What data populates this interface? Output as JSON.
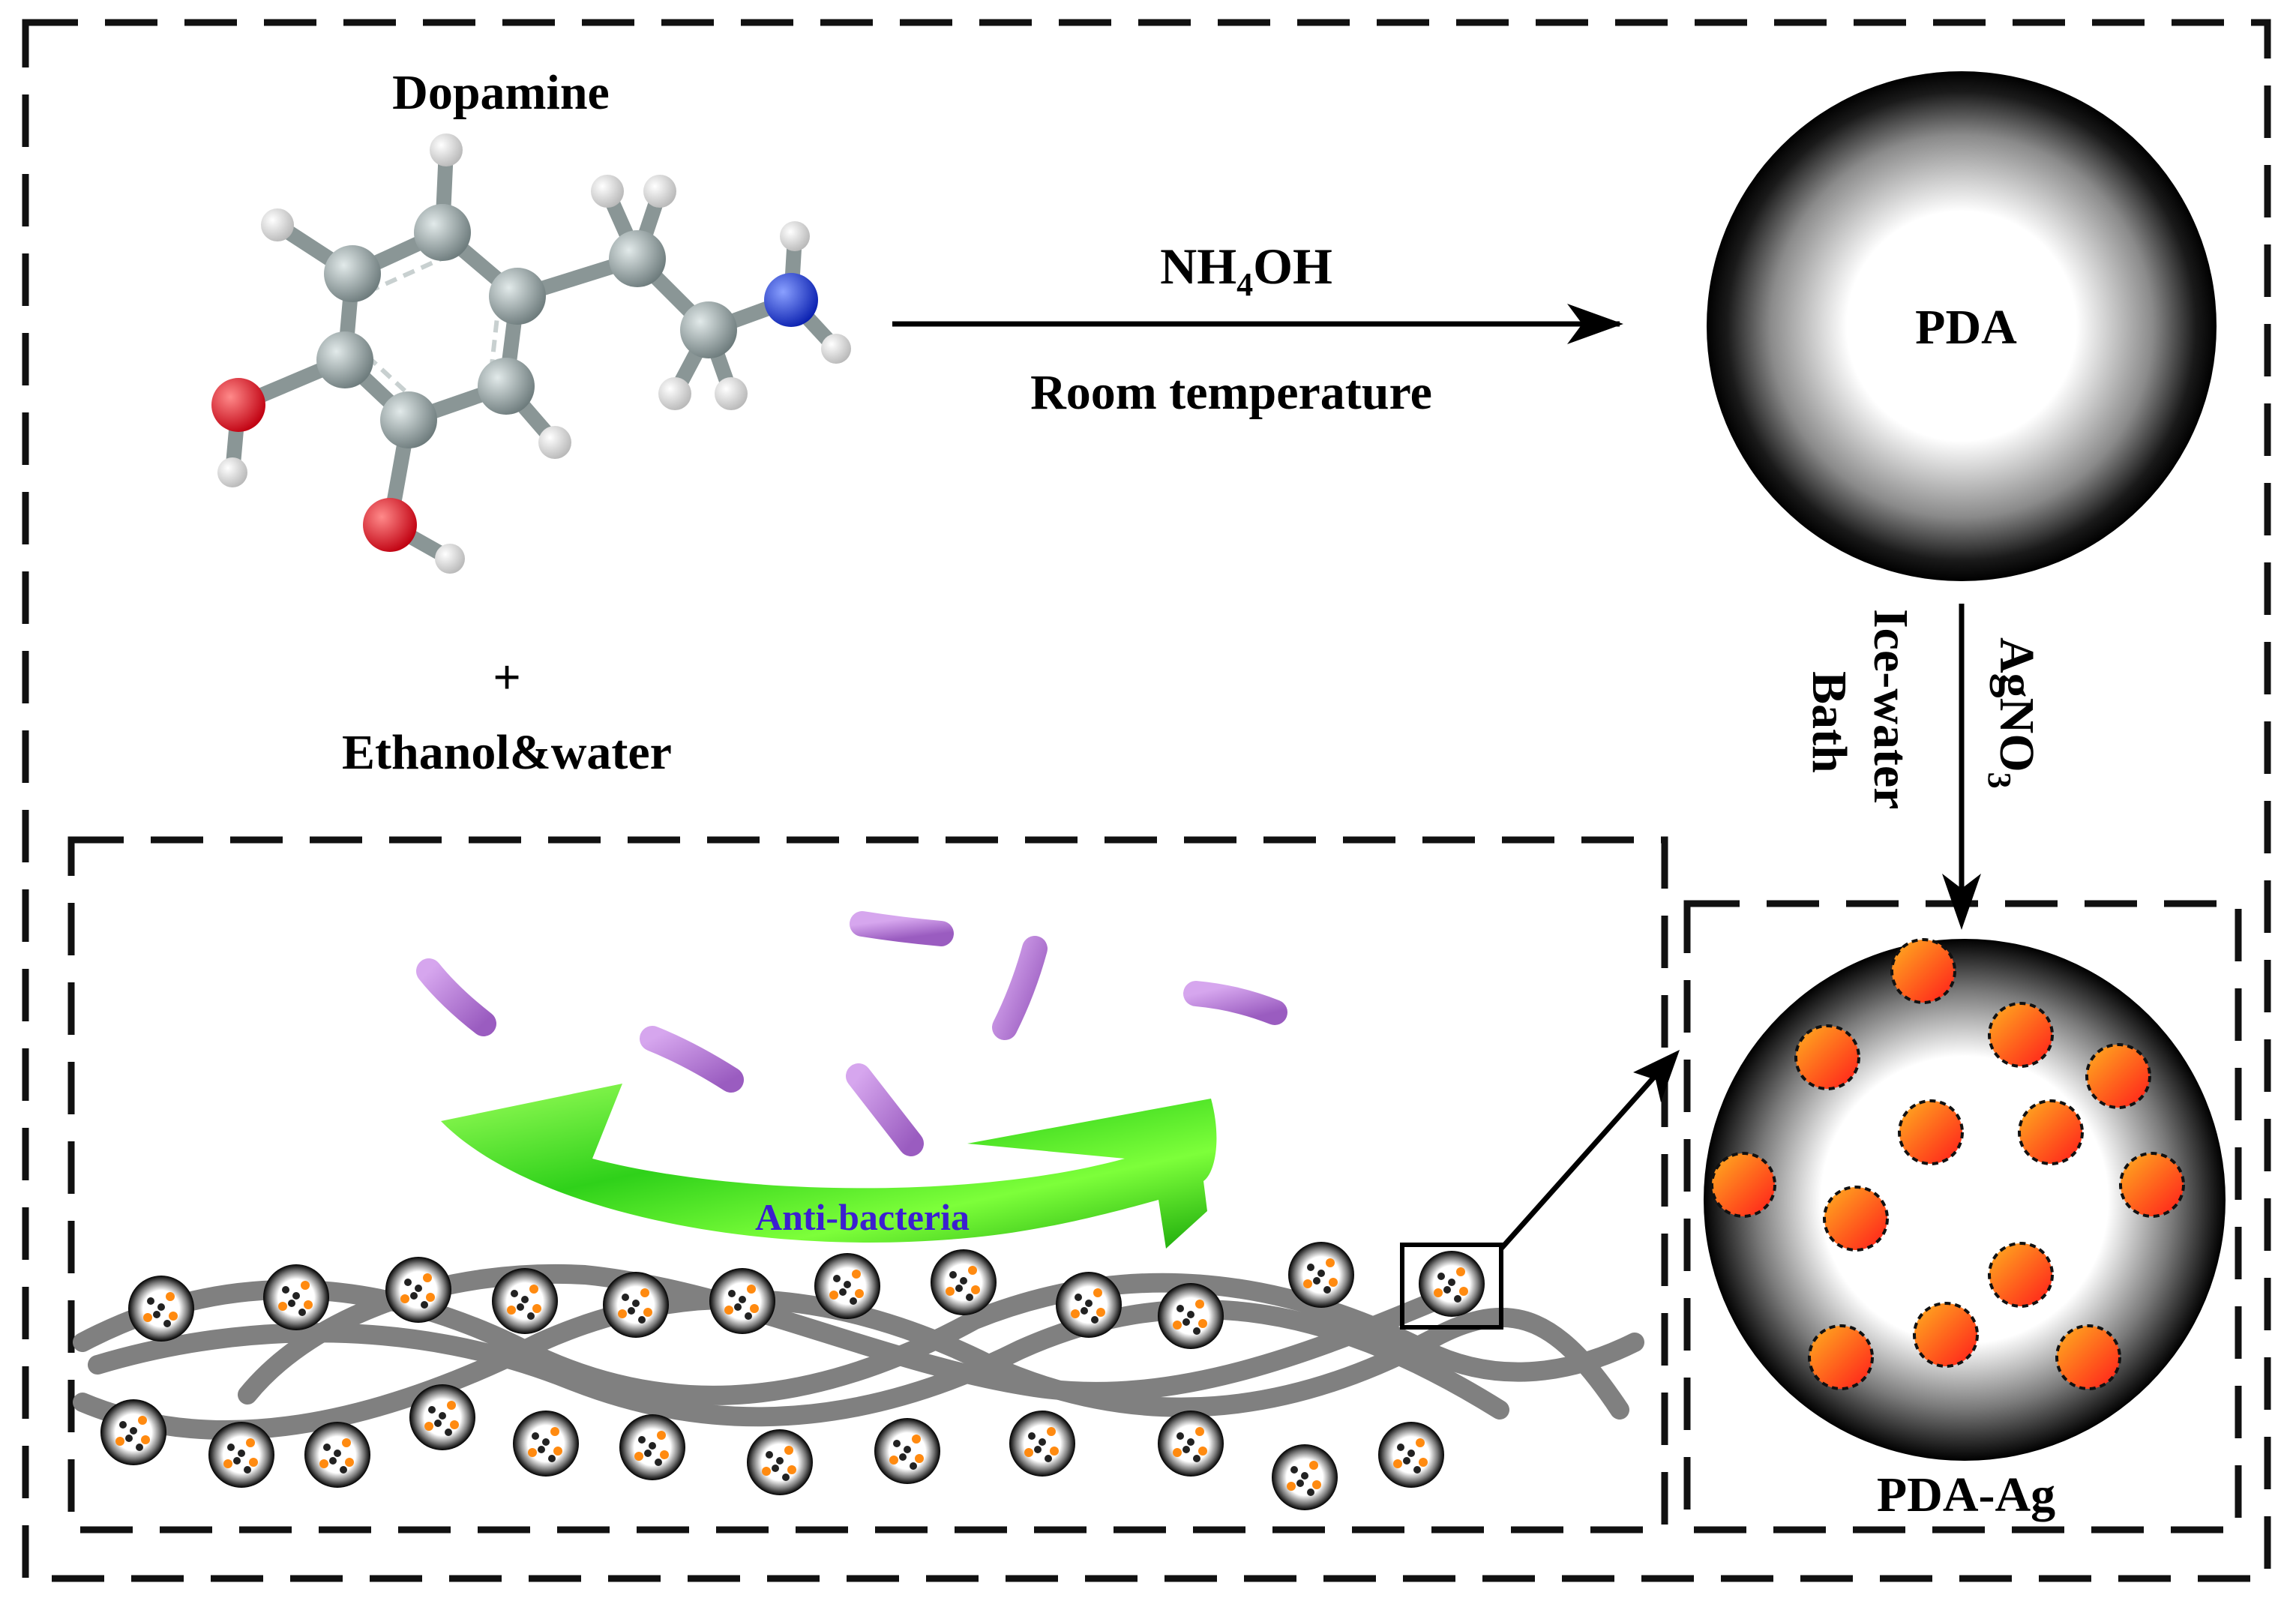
{
  "labels": {
    "dopamine": "Dopamine",
    "reagent_main": "NH",
    "reagent_sub": "4",
    "reagent_tail": "OH",
    "room_temperature": "Room temperature",
    "pda": "PDA",
    "agno3_main": "AgNO",
    "agno3_sub": "3",
    "ice_water": "Ice-water",
    "bath": "Bath",
    "plus": "+",
    "solvent": "Ethanol&water",
    "anti_bacteria": "Anti-bacteria",
    "pda_ag": "PDA-Ag"
  },
  "colors": {
    "carbon": "#8f9b9c",
    "hydrogen": "#f2f2f2",
    "oxygen": "#e8102a",
    "nitrogen": "#1c3de0",
    "bacteria": "#b87bd4",
    "arrow_green": "#3fd61e",
    "silver_np": "#ff7a10",
    "fiber": "#808080",
    "anti_bacteria_text": "#3b1fd0"
  }
}
